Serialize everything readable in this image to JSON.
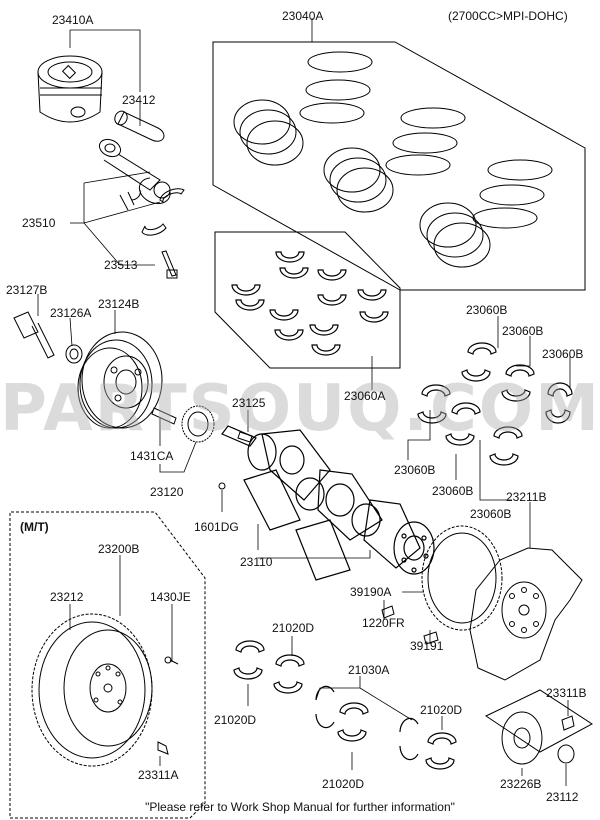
{
  "header": {
    "variant": "(2700CC>MPI-DOHC)"
  },
  "watermark": {
    "text": "PARTSOUQ.COM"
  },
  "footer": {
    "note": "\"Please refer to Work Shop Manual for further information\""
  },
  "inset": {
    "title": "(M/T)"
  },
  "labels": {
    "l23410A": "23410A",
    "l23412": "23412",
    "l23510": "23510",
    "l23513": "23513",
    "l23040A": "23040A",
    "l23060A": "23060A",
    "l23127B": "23127B",
    "l23126A": "23126A",
    "l23124B": "23124B",
    "l23125": "23125",
    "l1431CA": "1431CA",
    "l23120": "23120",
    "l1601DG": "1601DG",
    "l23110": "23110",
    "l23060B_1": "23060B",
    "l23060B_2": "23060B",
    "l23060B_3": "23060B",
    "l23060B_4": "23060B",
    "l23060B_5": "23060B",
    "l23060B_6": "23060B",
    "l23211B": "23211B",
    "l39190A": "39190A",
    "l1220FR": "1220FR",
    "l39191": "39191",
    "l23200B": "23200B",
    "l23212": "23212",
    "l1430JE": "1430JE",
    "l23311A": "23311A",
    "l21020D_1": "21020D",
    "l21020D_2": "21020D",
    "l21020D_3": "21020D",
    "l21020D_4": "21020D",
    "l21030A": "21030A",
    "l23311B": "23311B",
    "l23226B": "23226B",
    "l23112": "23112"
  }
}
